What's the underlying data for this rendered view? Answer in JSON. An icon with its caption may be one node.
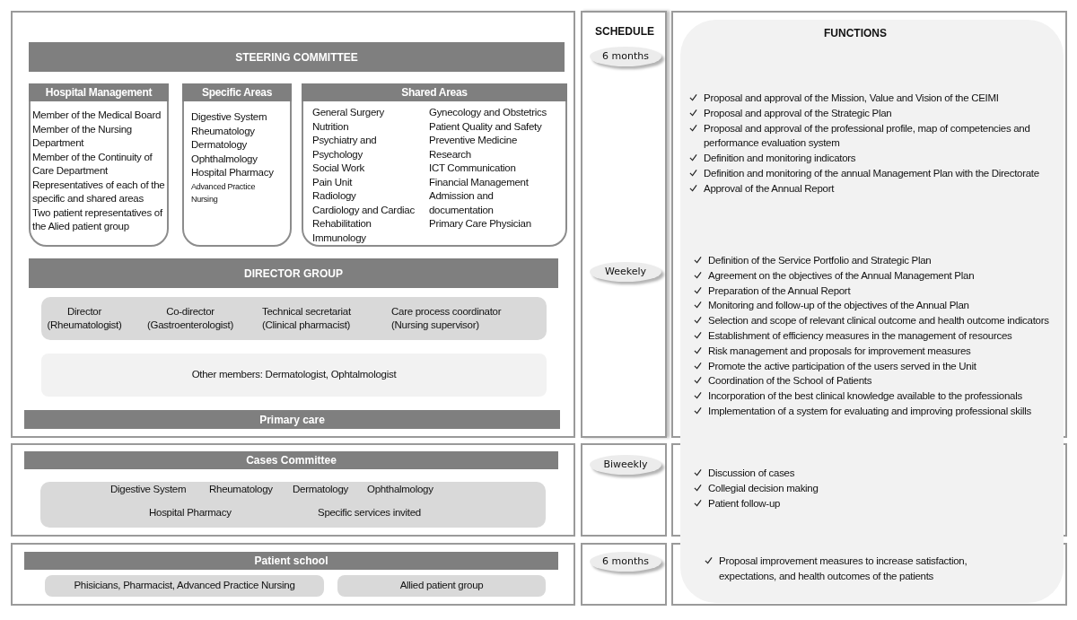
{
  "diagram": {
    "nodes": [
      {
        "text": [
          "STEERING COMMITTEE"
        ]
      },
      {
        "text": [
          "Hospital Management",
          "Member of the Medical Board",
          "Member of the Nursing Department",
          "Member of the Continuity of Care Department",
          "Representatives of each of the specific and shared areas",
          "Two patient representatives of the Alied patient group"
        ]
      },
      {
        "text": [
          "Specific Areas",
          "Digestive System",
          "Rheumatology",
          "Dermatology",
          "Ophthalmology",
          "Hospital Pharmacy",
          "Advanced Practice Nursing"
        ]
      },
      {
        "text": [
          "Shared Areas",
          "General Surgery",
          "Nutrition",
          "Psychiatry and Psychology",
          "Social Work",
          "Pain Unit",
          "Radiology",
          "Cardiology and Cardiac Rehabilitation",
          "Immunology",
          "Gynecology and Obstetrics",
          "Patient Quality and Safety",
          "Preventive Medicine",
          "Research",
          "ICT Communication",
          "Financial Management",
          "Admission and documentation",
          "Primary Care Physician"
        ]
      },
      {
        "text": [
          "DIRECTOR GROUP"
        ]
      },
      {
        "text": [
          "Director (Rheumatologist)",
          "Co-director (Gastroenterologist)",
          "Technical secretariat (Clinical pharmacist)",
          "Care process coordinator (Nursing supervisor)"
        ]
      },
      {
        "text": [
          "Other members: Dermatologist, Ophtalmologist"
        ]
      },
      {
        "text": [
          "Primary care"
        ]
      },
      {
        "text": [
          "Cases Committee"
        ]
      },
      {
        "text": [
          "Digestive System",
          "Rheumatology",
          "Dermatology",
          "Ophthalmology",
          "Hospital Pharmacy",
          "Specific services invited"
        ]
      },
      {
        "text": [
          "Patient school"
        ]
      },
      {
        "text": [
          "Phisicians, Pharmacist, Advanced Practice Nursing"
        ]
      },
      {
        "text": [
          "Allied patient group"
        ]
      },
      {
        "text": [
          "6 months"
        ]
      },
      {
        "text": [
          "Weekely"
        ]
      },
      {
        "text": [
          "Biweekly"
        ]
      },
      {
        "text": [
          "6 months"
        ]
      },
      {
        "text": [
          "Proposal and approval of the Mission, Value and Vision of the CEIMI",
          "Proposal and approval of the Strategic Plan",
          "Proposal and approval of the professional profile, map of competencies and performance evaluation system",
          "Definition and monitoring indicators",
          "Definition and monitoring of the annual Management Plan with the Directorate",
          "Approval of the Annual Report",
          "Definition of the Service Portfolio and Strategic Plan",
          "Agreement on the objectives of the Annual Management Plan",
          "Preparation of the Annual Report",
          "Monitoring and follow-up of the objectives of the Annual Plan",
          "Selection and scope of relevant clinical outcome and health outcome indicators",
          "Establishment of efficiency measures in the management of resources",
          "Risk management and proposals for improvement measures",
          "Promote the active participation of the users served in the Unit",
          "Coordination of the School of Patients",
          "Incorporation of the best clinical knowledge available to the professionals",
          "Implementation of a system for evaluating and improving professional skills",
          "Discussion of cases",
          "Collegial decision making",
          "Patient follow-up",
          "Proposal improvement measures to increase satisfaction, expectations, and health outcomes of the patients"
        ]
      }
    ],
    "labels": [
      "SCHEDULE",
      "FUNCTIONS"
    ]
  }
}
